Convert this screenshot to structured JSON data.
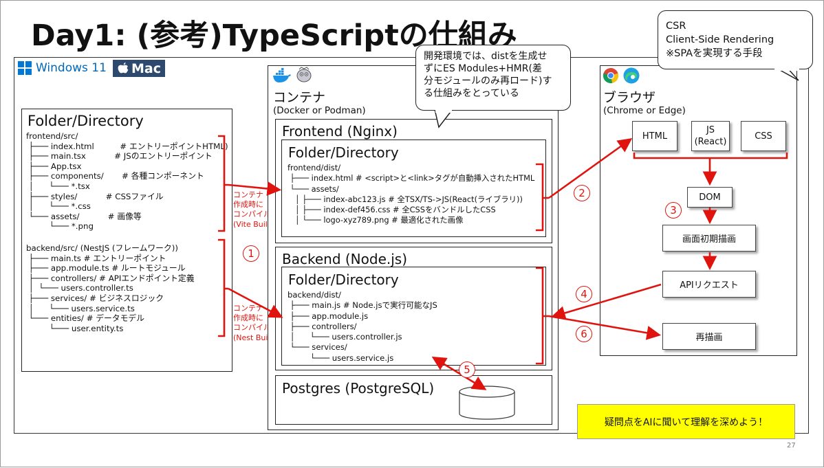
{
  "title": "Day1: (参考)TypeScriptの仕組み",
  "os_badges": {
    "windows": "Windows 11",
    "mac": "Mac"
  },
  "left_panel": {
    "heading": "Folder/Directory",
    "frontend_tree": "frontend/src/\n ├─── index.html          # エントリーポイントHTML)\n ├─── main.tsx           # JSのエントリーポイント\n ├─── App.tsx\n ├─── components/       # 各種コンポーネント\n │      └─── *.tsx\n ├─── styles/           # CSSファイル\n │      └─── *.css\n └─── assets/           # 画像等\n         └─── *.png",
    "backend_tree": "backend/src/ (NestJS (フレームワーク))\n ├─── main.ts # エントリーポイント\n ├─── app.module.ts # ルートモジュール\n ├─── controllers/ # APIエンドポイント定義\n │  └─── users.controller.ts\n ├─── services/ # ビジネスロジック\n │      └─── users.service.ts\n └─── entities/ # データモデル\n         └─── user.entity.ts"
  },
  "compile_labels": {
    "vite": "コンテナ\n作成時に\nコンパイル\n(Vite Build)",
    "nest": "コンテナ\n作成時に\nコンパイル\n(Nest Build)"
  },
  "container": {
    "title": "コンテナ",
    "subtitle": "(Docker or Podman)",
    "frontend": {
      "title": "Frontend (Nginx)",
      "folder_heading": "Folder/Directory",
      "tree": "frontend/dist/\n ├─── index.html # <script>と<link>タグが自動挿入されたHTML\n └─── assets/\n   │ ├─── index-abc123.js # 全TSX/TS->JS(React(ライブラリ))\n   │ ├─── index-def456.css # 全CSSをバンドルしたCSS\n   │ └─── logo-xyz789.png # 最適化された画像"
    },
    "backend": {
      "title": "Backend (Node.js)",
      "folder_heading": "Folder/Directory",
      "tree": "backend/dist/\n ├─── main.js # Node.jsで実行可能なJS\n ├─── app.module.js\n ├─── controllers/\n │      └─── users.controller.js\n └─── services/\n         └─── users.service.js"
    },
    "postgres": {
      "title": "Postgres (PostgreSQL)"
    }
  },
  "callout_dev": "開発環境では、distを生成せ\nずにES Modules+HMR(差\n分モジュールのみ再ロード)す\nる仕組みをとっている",
  "callout_csr": "CSR\nClient-Side Rendering\n※SPAを実現する手段",
  "browser": {
    "title": "ブラウザ",
    "subtitle": "(Chrome or Edge)",
    "html": "HTML",
    "js": "JS\n(React)",
    "css": "CSS",
    "dom": "DOM",
    "initial_render": "画面初期描画",
    "api_request": "APIリクエスト",
    "rerender": "再描画"
  },
  "steps": [
    "1",
    "2",
    "3",
    "4",
    "5",
    "6"
  ],
  "tip": "疑問点をAIに聞いて理解を深めよう！",
  "page_number": "27",
  "colors": {
    "accent_red": "#e0140e",
    "tip_yellow": "#ffff00",
    "windows_blue": "#0078d4",
    "mac_bg": "#2d4a6e"
  }
}
